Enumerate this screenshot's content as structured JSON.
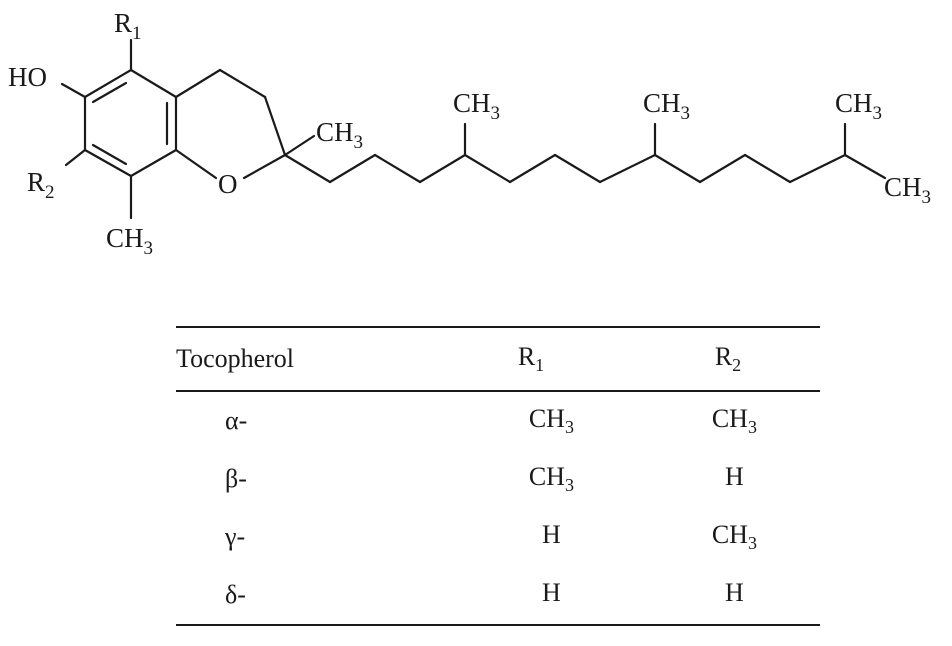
{
  "structure": {
    "labels": {
      "r1": {
        "main": "R",
        "sub": "1"
      },
      "ho": "HO",
      "r2": {
        "main": "R",
        "sub": "2"
      },
      "ch3_ring": {
        "main": "CH",
        "sub": "3"
      },
      "o": "O",
      "ch3_c2": {
        "main": "CH",
        "sub": "3"
      },
      "ch3_chain1": {
        "main": "CH",
        "sub": "3"
      },
      "ch3_chain2": {
        "main": "CH",
        "sub": "3"
      },
      "ch3_end_top": {
        "main": "CH",
        "sub": "3"
      },
      "ch3_end_bottom": {
        "main": "CH",
        "sub": "3"
      }
    }
  },
  "table": {
    "headers": [
      {
        "main": "Tocopherol",
        "sub": ""
      },
      {
        "main": "R",
        "sub": "1"
      },
      {
        "main": "R",
        "sub": "2"
      }
    ],
    "rows": [
      {
        "name": "α-",
        "r1": {
          "main": "CH",
          "sub": "3"
        },
        "r2": {
          "main": "CH",
          "sub": "3"
        }
      },
      {
        "name": "β-",
        "r1": {
          "main": "CH",
          "sub": "3"
        },
        "r2": {
          "main": "H",
          "sub": ""
        }
      },
      {
        "name": "γ-",
        "r1": {
          "main": "H",
          "sub": ""
        },
        "r2": {
          "main": "CH",
          "sub": "3"
        }
      },
      {
        "name": "δ-",
        "r1": {
          "main": "H",
          "sub": ""
        },
        "r2": {
          "main": "H",
          "sub": ""
        }
      }
    ]
  }
}
